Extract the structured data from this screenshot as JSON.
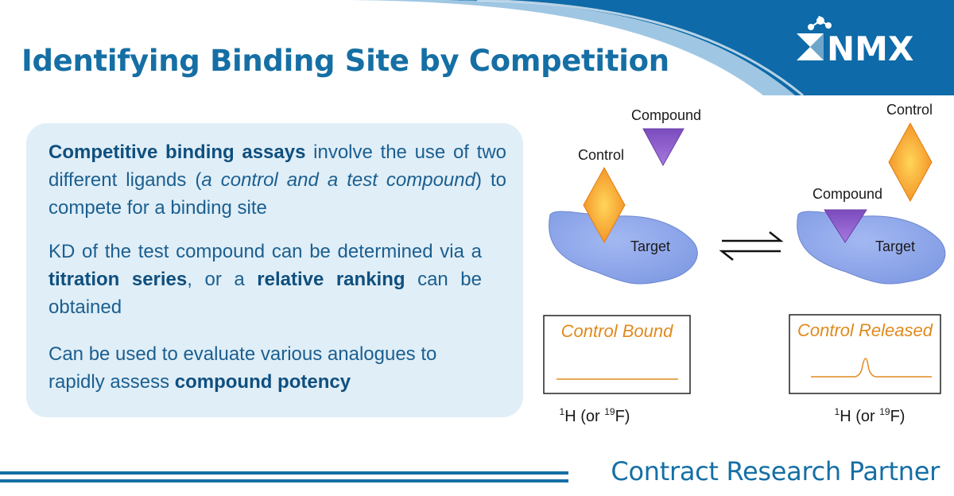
{
  "slide": {
    "title": "Identifying Binding Site by Competition",
    "logo_text": "NMX",
    "footer": "Contract Research Partner"
  },
  "text_panel": {
    "p1": [
      {
        "t": "Competitive binding assays",
        "style": "bold"
      },
      {
        "t": " involve the use of two different ligands (",
        "style": "normal"
      },
      {
        "t": "a control and a test compound",
        "style": "italic"
      },
      {
        "t": ") to compete for a binding site",
        "style": "normal"
      }
    ],
    "p2": [
      {
        "t": "KD of the test compound can be determined via a ",
        "style": "normal"
      },
      {
        "t": "titration series",
        "style": "bold"
      },
      {
        "t": ", or a ",
        "style": "normal"
      },
      {
        "t": "relative ranking",
        "style": "bold"
      },
      {
        "t": " can be obtained",
        "style": "normal"
      }
    ],
    "p3": [
      {
        "t": "Can be used to evaluate various analogues to rapidly assess ",
        "style": "normal"
      },
      {
        "t": "compound potency",
        "style": "bold"
      }
    ]
  },
  "diagram": {
    "left_state": {
      "compound_label": "Compound",
      "control_label": "Control",
      "target_label": "Target",
      "spectrum_label": "Control Bound",
      "axis_nucleus_1": "H (or ",
      "axis_mass_1": "1",
      "axis_mass_2": "19",
      "axis_nucleus_2": "F)"
    },
    "right_state": {
      "compound_label": "Compound",
      "control_label": "Control",
      "target_label": "Target",
      "spectrum_label": "Control Released",
      "axis_nucleus_1": "H (or ",
      "axis_mass_1": "1",
      "axis_mass_2": "19",
      "axis_nucleus_2": "F)"
    }
  },
  "colors": {
    "brand_blue": "#156fa5",
    "panel_bg": "#e0eef7",
    "target_fill": "#8aa6ea",
    "compound_fill": "#8d5bc8",
    "control_fill": "#f59b26",
    "spectrum_orange": "#e08a1e"
  }
}
